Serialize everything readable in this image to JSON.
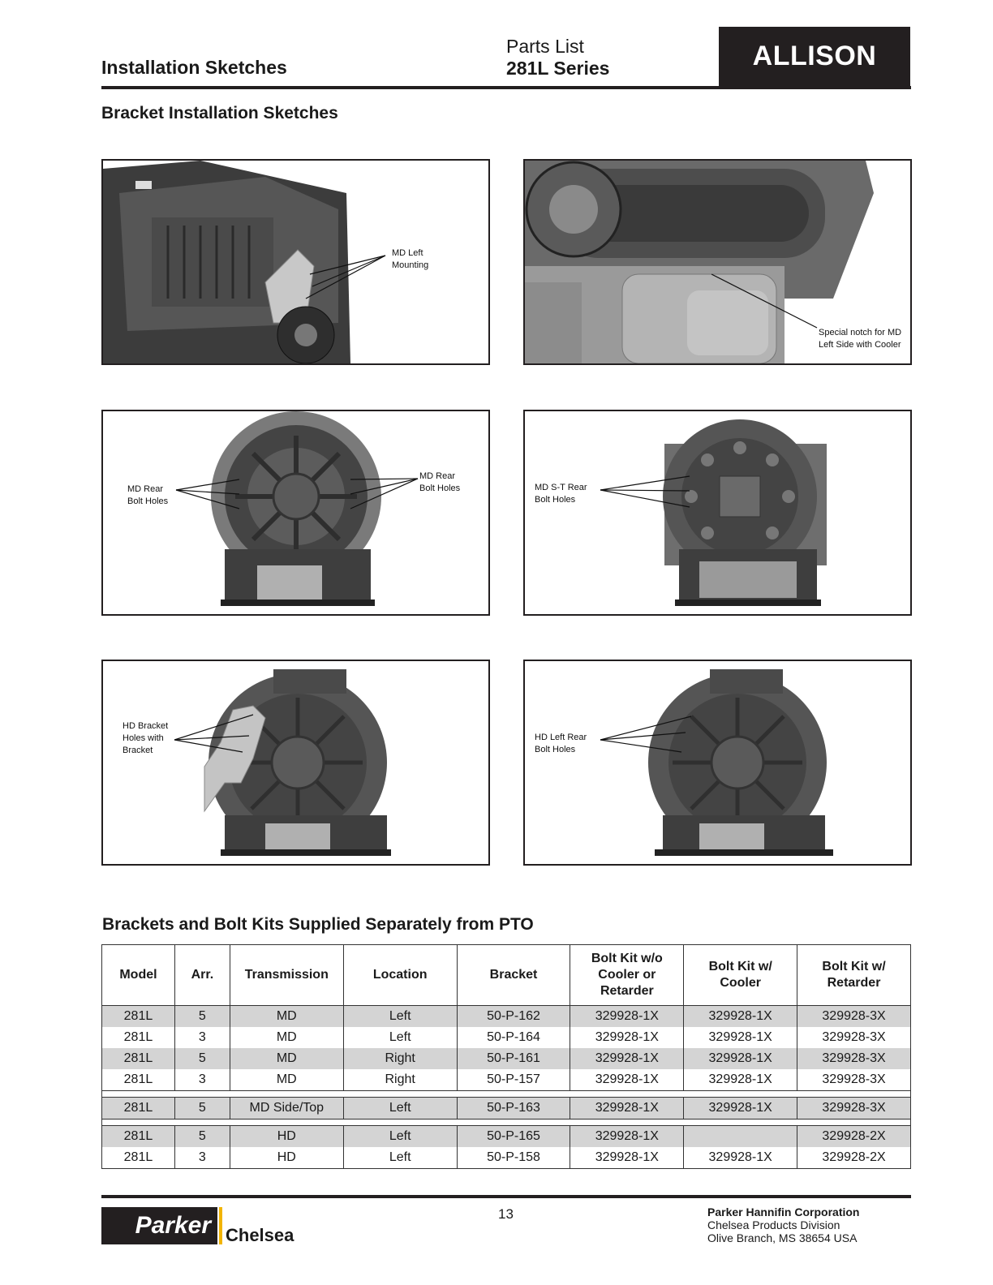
{
  "header": {
    "section": "Installation Sketches",
    "doc_type": "Parts List",
    "series": "281L Series",
    "brand": "ALLISON"
  },
  "sketches": {
    "title": "Bracket Installation Sketches",
    "panels": [
      {
        "callouts": [
          "MD Left\nMounting"
        ]
      },
      {
        "callouts": [
          "Special notch for MD\nLeft Side with Cooler"
        ]
      },
      {
        "callouts": [
          "MD Rear\nBolt Holes",
          "MD Rear\nBolt Holes"
        ]
      },
      {
        "callouts": [
          "MD S-T Rear\nBolt Holes"
        ]
      },
      {
        "callouts": [
          "HD Bracket\nHoles with\nBracket"
        ]
      },
      {
        "callouts": [
          "HD Left Rear\nBolt Holes"
        ]
      }
    ]
  },
  "table": {
    "title": "Brackets and Bolt Kits Supplied Separately from PTO",
    "columns": [
      "Model",
      "Arr.",
      "Transmission",
      "Location",
      "Bracket",
      "Bolt Kit w/o Cooler or Retarder",
      "Bolt Kit w/ Cooler",
      "Bolt Kit w/ Retarder"
    ],
    "groups": [
      [
        [
          "281L",
          "5",
          "MD",
          "Left",
          "50-P-162",
          "329928-1X",
          "329928-1X",
          "329928-3X"
        ],
        [
          "281L",
          "3",
          "MD",
          "Left",
          "50-P-164",
          "329928-1X",
          "329928-1X",
          "329928-3X"
        ],
        [
          "281L",
          "5",
          "MD",
          "Right",
          "50-P-161",
          "329928-1X",
          "329928-1X",
          "329928-3X"
        ],
        [
          "281L",
          "3",
          "MD",
          "Right",
          "50-P-157",
          "329928-1X",
          "329928-1X",
          "329928-3X"
        ]
      ],
      [
        [
          "281L",
          "5",
          "MD Side/Top",
          "Left",
          "50-P-163",
          "329928-1X",
          "329928-1X",
          "329928-3X"
        ]
      ],
      [
        [
          "281L",
          "5",
          "HD",
          "Left",
          "50-P-165",
          "329928-1X",
          "",
          "329928-2X"
        ],
        [
          "281L",
          "3",
          "HD",
          "Left",
          "50-P-158",
          "329928-1X",
          "329928-1X",
          "329928-2X"
        ]
      ]
    ]
  },
  "footer": {
    "page_number": "13",
    "corporation": "Parker Hannifin Corporation",
    "division": "Chelsea Products Division",
    "address": "Olive Branch, MS 38654  USA",
    "logo_parker": "Parker",
    "logo_chelsea": "Chelsea"
  }
}
